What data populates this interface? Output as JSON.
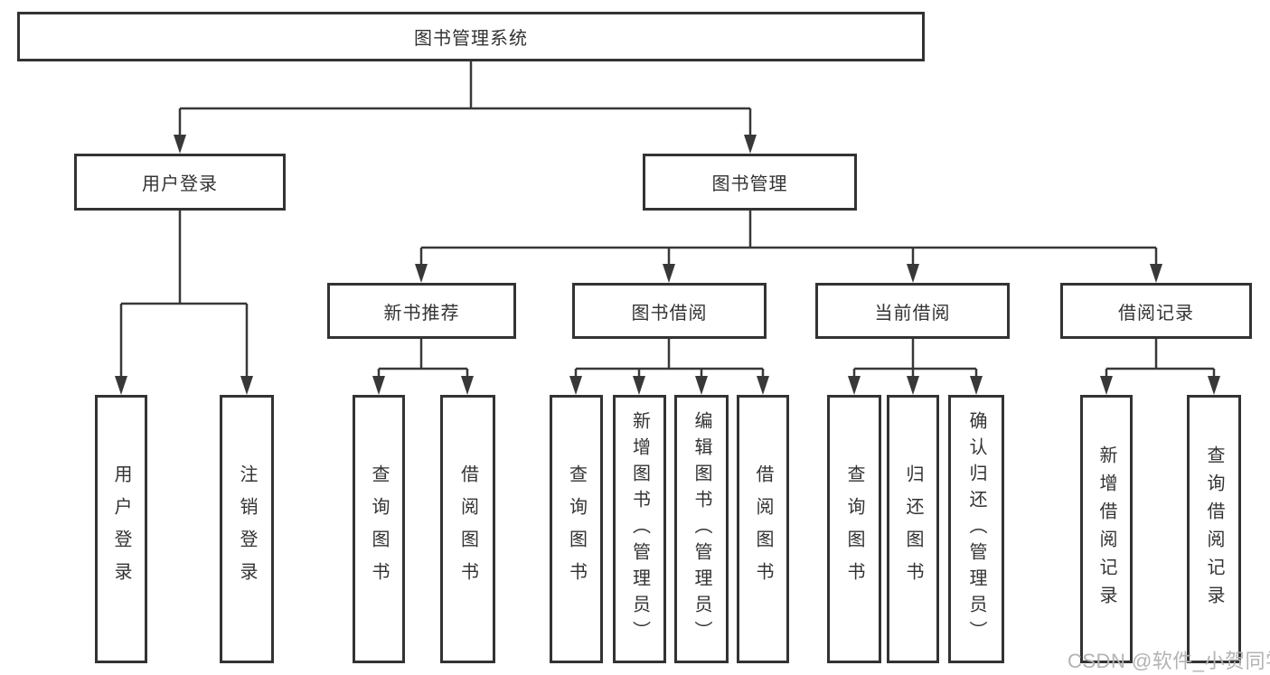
{
  "colors": {
    "background": "#ffffff",
    "line": "#383838",
    "box_border": "#333333",
    "text": "#333333",
    "watermark": "#b3b3b3"
  },
  "tree": {
    "root": "图书管理系统",
    "branches": [
      {
        "label": "用户登录",
        "children": [
          "用户登录",
          "注销登录"
        ]
      },
      {
        "label": "图书管理",
        "groups": [
          {
            "label": "新书推荐",
            "children": [
              "查询图书",
              "借阅图书"
            ]
          },
          {
            "label": "图书借阅",
            "children": [
              "查询图书",
              "新增图书（管理员）",
              "编辑图书（管理员）",
              "借阅图书"
            ]
          },
          {
            "label": "当前借阅",
            "children": [
              "查询图书",
              "归还图书",
              "确认归还（管理员）"
            ]
          },
          {
            "label": "借阅记录",
            "children": [
              "新增借阅记录",
              "查询借阅记录"
            ]
          }
        ]
      }
    ]
  },
  "watermark": "CSDN @软件_小贺同学"
}
